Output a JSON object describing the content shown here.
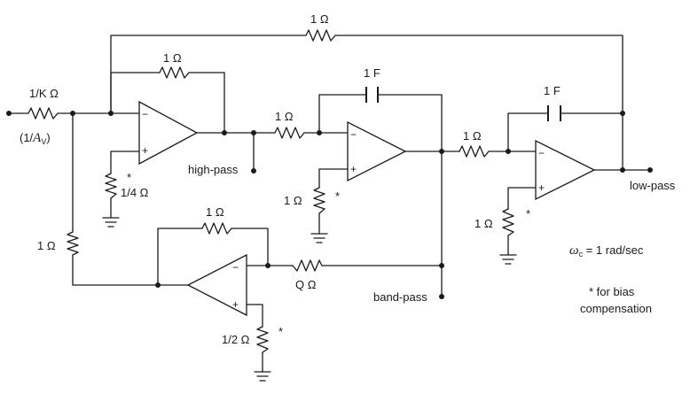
{
  "labels": {
    "r_feedback_top": "1 Ω",
    "r_hp_feedback": "1 Ω",
    "r_input": "1/K  Ω",
    "av_open": "(1/",
    "av_A": "A",
    "av_sub": "V",
    "av_close": ")",
    "r_hp_bias": "1/4 Ω",
    "r_bp_to_lp": "1 Ω",
    "r_hp_to_bp": "1 Ω",
    "c_bp": "1 F",
    "c_lp": "1 F",
    "r_bp_bias": "1 Ω",
    "r_lp_bias": "1 Ω",
    "r_left_vertical": "1 Ω",
    "r_q_feedback": "1 Ω",
    "r_q": "Q  Ω",
    "r_q_bias": "1/2 Ω",
    "high_pass": "high-pass",
    "band_pass": "band-pass",
    "low_pass": "low-pass",
    "omega": "ω",
    "omega_sub": "c",
    "omega_rest": " = 1 rad/sec",
    "note_line1": "* for bias",
    "note_line2": "compensation",
    "asterisk": "*",
    "minus": "−",
    "plus": "+"
  }
}
